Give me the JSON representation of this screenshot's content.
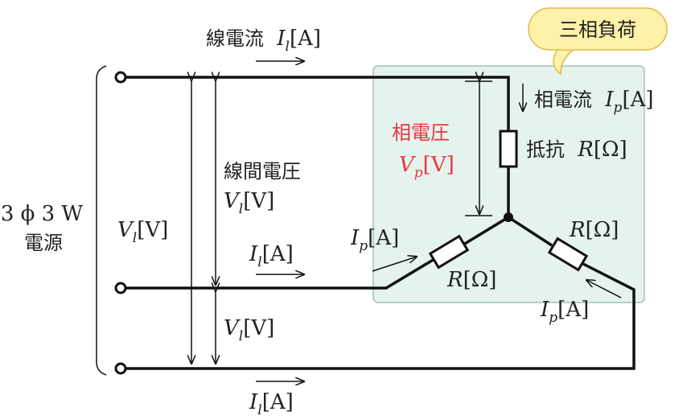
{
  "labels": {
    "line_current_top": "線電流",
    "line_current_top_sym": "I",
    "line_current_top_sub": "l",
    "line_current_top_unit": "[A]",
    "load_bubble": "三相負荷",
    "phase_current": "相電流",
    "phase_current_sym": "I",
    "phase_current_sub": "p",
    "phase_current_unit": "[A]",
    "resistor_label": "抵抗",
    "resistor_sym": "R",
    "resistor_unit": "[Ω]",
    "phase_voltage_line1": "相電圧",
    "phase_voltage_sym": "V",
    "phase_voltage_sub": "p",
    "phase_voltage_unit": "[V]",
    "line_voltage_title": "線間電圧",
    "line_voltage_sym": "V",
    "line_voltage_sub": "l",
    "line_voltage_unit": "[V]",
    "source_line1": "3 ϕ 3 W",
    "source_line2": "電源",
    "vl_left_sym": "V",
    "vl_left_sub": "l",
    "vl_left_unit": "[V]",
    "vl_lower_sym": "V",
    "vl_lower_sub": "l",
    "vl_lower_unit": "[V]",
    "il_mid_sym": "I",
    "il_mid_sub": "l",
    "il_mid_unit": "[A]",
    "il_bottom_sym": "I",
    "il_bottom_sub": "l",
    "il_bottom_unit": "[A]",
    "ip_left_sym": "I",
    "ip_left_sub": "p",
    "ip_left_unit": "[A]",
    "ip_right_sym": "I",
    "ip_right_sub": "p",
    "ip_right_unit": "[A]",
    "r_left_sym": "R",
    "r_left_unit": "[Ω]",
    "r_right_sym": "R",
    "r_right_unit": "[Ω]"
  },
  "colors": {
    "load_box_fill": "#e6f2ee",
    "load_box_stroke": "#9ec4b8",
    "bubble_fill": "#fff1a8",
    "bubble_stroke": "#e2b84a",
    "accent_red": "#e8383d"
  }
}
